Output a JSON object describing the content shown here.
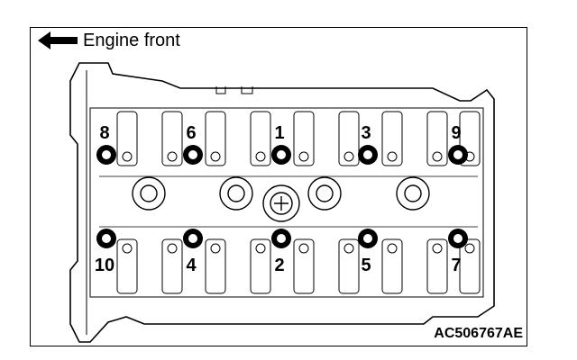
{
  "header": {
    "direction_label": "Engine front"
  },
  "footer": {
    "code": "AC506767AE"
  },
  "bolts": [
    {
      "label": "8"
    },
    {
      "label": "6"
    },
    {
      "label": "1"
    },
    {
      "label": "3"
    },
    {
      "label": "9"
    },
    {
      "label": "10"
    },
    {
      "label": "4"
    },
    {
      "label": "2"
    },
    {
      "label": "5"
    },
    {
      "label": "7"
    }
  ],
  "icons": {
    "arrow": "arrow-left-icon"
  }
}
